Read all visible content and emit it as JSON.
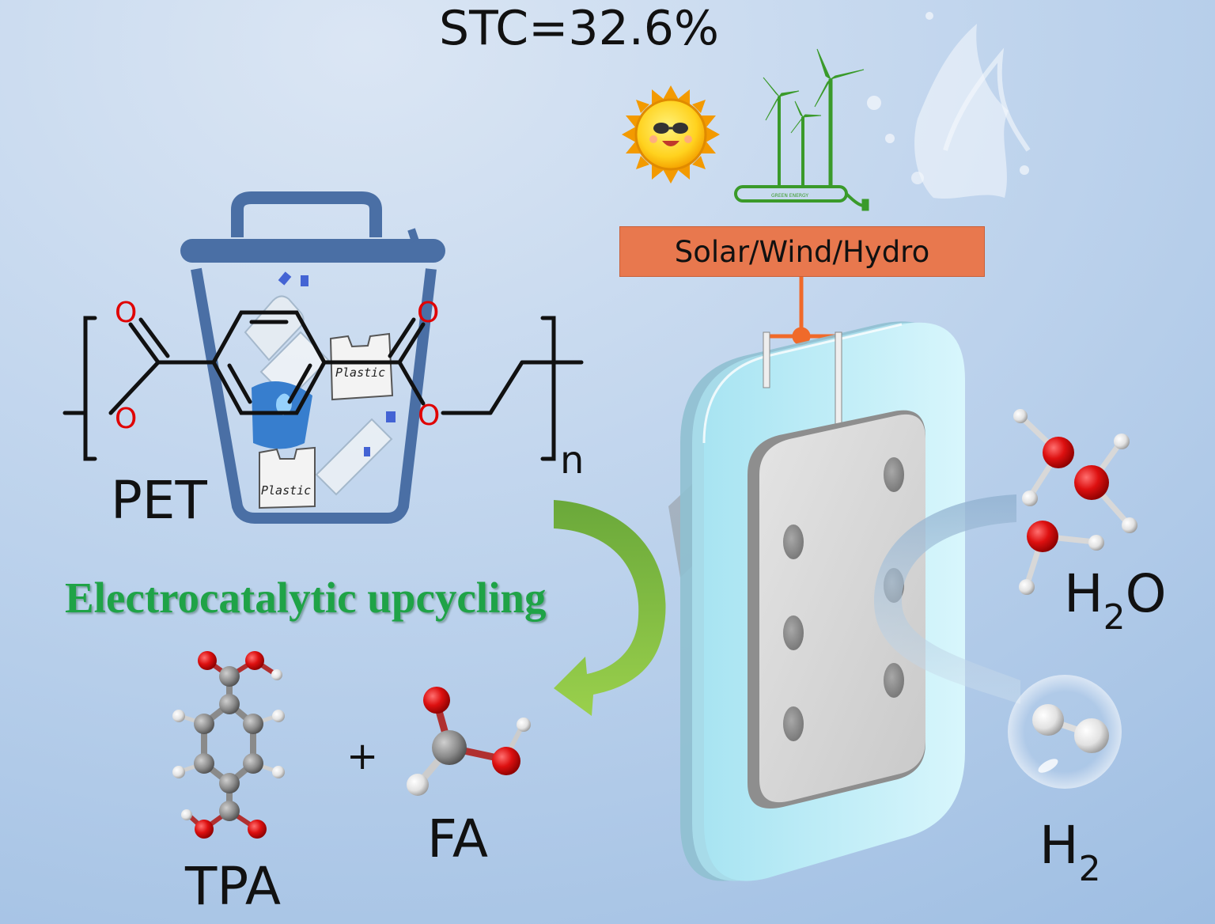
{
  "title": "STC=32.6%",
  "energy_source": "Solar/Wind/Hydro",
  "green_energy_tag": "GREEN ENERGY",
  "process_label": "Electrocatalytic upcycling",
  "reactant": {
    "label": "PET",
    "repeat_unit": "n",
    "oxygen_symbol": "O",
    "plastic_tag": "Plastic"
  },
  "products": {
    "tpa": "TPA",
    "fa": "FA",
    "plus": "+"
  },
  "water_label": "H",
  "water_sub": "2",
  "water_suffix": "O",
  "hydrogen_label": "H",
  "hydrogen_sub": "2",
  "colors": {
    "background_top": "#d2e0f1",
    "background_bottom": "#a8c4e4",
    "energy_box": "#e8784e",
    "wire": "#f06a2a",
    "process_text": "#1fa347",
    "arrow": "#7cc03a",
    "oxygen": "#e00000",
    "bin": "#4a6fa5",
    "turbine": "#3a9a2a"
  },
  "icons": [
    "sun-icon",
    "wind-turbine-icon",
    "water-splash-icon",
    "trash-bin-icon",
    "electrolyzer-cell-icon"
  ]
}
